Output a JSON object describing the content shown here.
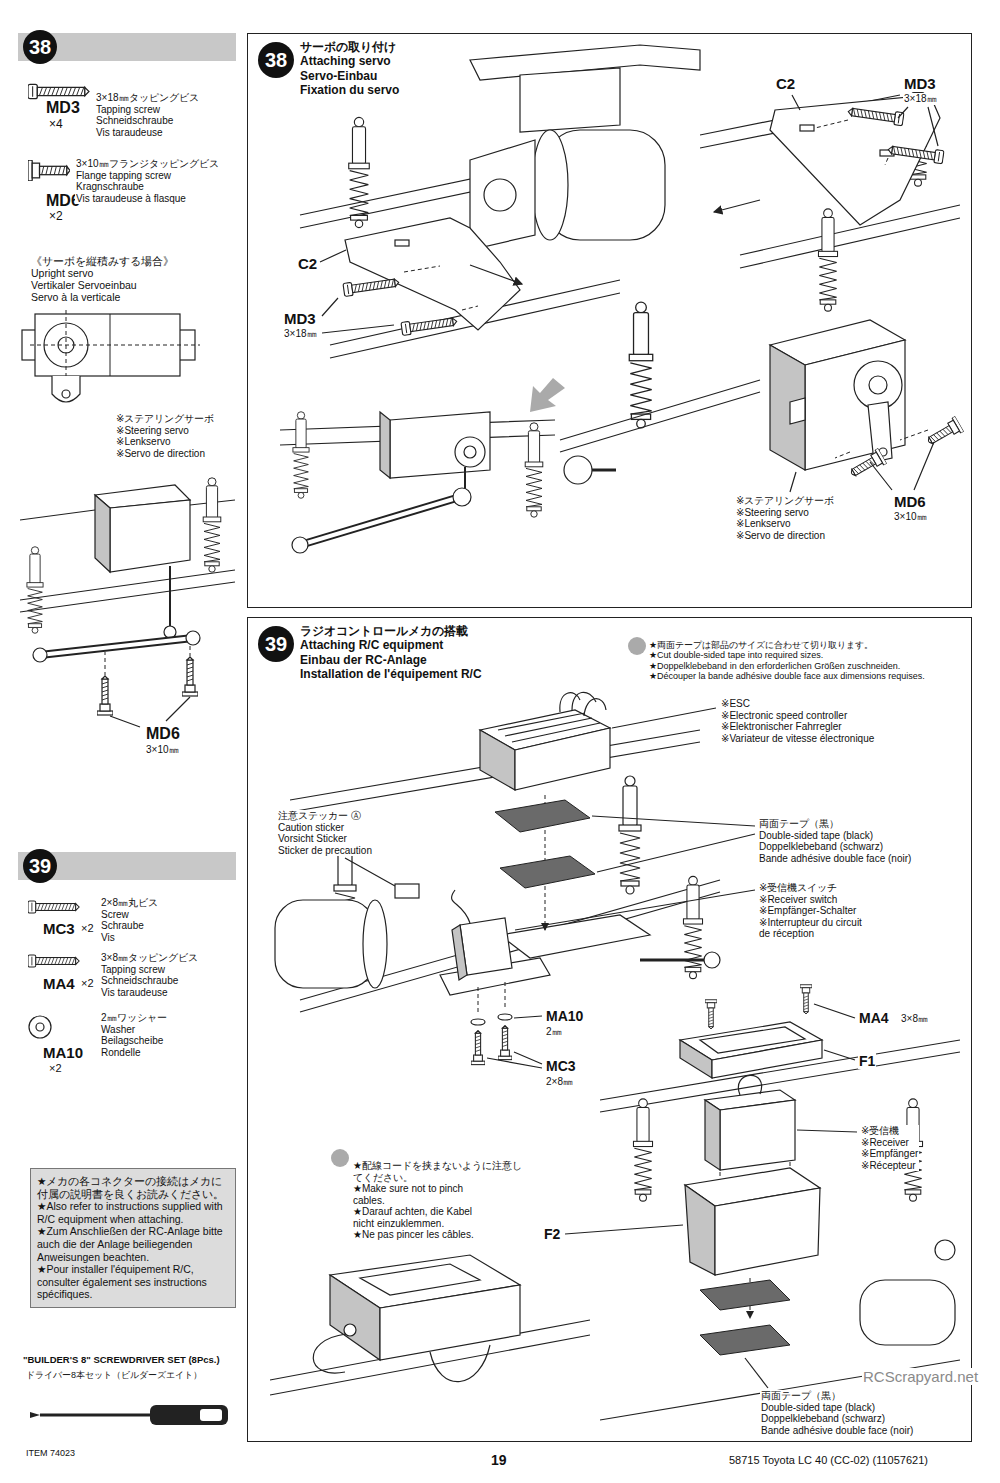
{
  "diagram": {
    "nodes": [
      {
        "text": [
          "38"
        ]
      },
      {
        "text": [
          "サーボの取り付け Attaching servo Servo-Einbau Fixation du servo"
        ]
      },
      {
        "text": [
          "38"
        ],
        "in": 1
      },
      {
        "text": [
          "39"
        ]
      },
      {
        "text": [
          "★メカの各コネクターの接続はメカに付属の説明書を良くお読みください。 ★Also refer to instructions supplied with R/C equipment when attaching. ★Zum Anschließen der RC-Anlage bitte auch die der Anlage beiliegenden Anweisungen beachten. ★Pour installer l'équipement R/C, consulter également ses instructions spécifiques."
        ]
      },
      {
        "text": [
          "ラジオコントロールメカの搭載 Attaching R/C equipment Einbau der RC-Anlage Installation de l'équipement R/C"
        ]
      },
      {
        "text": [
          "39"
        ],
        "in": 5
      }
    ],
    "labels": [
      "MD3",
      "×4",
      "3×18㎜タッピングビス Tapping screw Schneidschraube Vis taraudeuse",
      "MD6",
      "×2",
      "3×10㎜フランジタッピングビス Flange tapping screw Kragnschraube Vis taraudeuse à flasque",
      "《サーボを縦積みする場合》 Upright servo Vertikaler Servoeinbau Servo à la verticale",
      "※ステアリングサーボ ※Steering servo ※Lenkservo ※Servo de direction",
      "MD6",
      "3×10㎜",
      "MC3",
      "×2",
      "2×8㎜丸ビス Screw Schraube Vis",
      "MA4",
      "×2",
      "3×8㎜タッピングビス Tapping screw Schneidschraube Vis taraudeuse",
      "MA10",
      "×2",
      "2㎜ワッシャー Washer Beilagscheibe Rondelle",
      "\"BUILDER'S 8\" SCREWDRIVER SET (8Pcs.)",
      "ドライバー8本セット（ビルダーズエイト）",
      "ITEM 74023",
      "C2",
      "MD3",
      "3×18㎜",
      "C2",
      "MD3",
      "3×18㎜",
      "※ステアリングサーボ ※Steering servo ※Lenkservo ※Servo de direction",
      "MD6",
      "3×10㎜",
      "★両面テープは部品のサイズに合わせて切り取ります。 ★Cut double-sided tape into required sizes. ★Doppelklebeband in den erforderlichen Größen zuschneiden. ★Découper la bande adhésive double face aux dimensions requises.",
      "※ESC ※Electronic speed controller ※Elektronischer Fahrregler ※Variateur de vitesse électronique",
      "注意ステッカー Ⓐ Caution sticker Vorsicht Sticker Sticker de precaution",
      "両面テープ（黒） Double-sided tape (black) Doppelklebeband (schwarz) Bande adhésive double face (noir)",
      "※受信機スイッチ ※Receiver switch ※Empfänger-Schalter ※Interrupteur du circuit de réception",
      "MA10",
      "2㎜",
      "MC3",
      "2×8㎜",
      "MA4",
      "3×8㎜",
      "F1",
      "※受信機 ※Receiver ※Empfänger ※Récepteur",
      "F2",
      "★配線コードを挟まないように注意してください。 ★Make sure not to pinch cables. ★Darauf achten, die Kabel nicht einzuklemmen. ★Ne pas pincer les câbles.",
      "両面テープ（黒） Double-sided tape (black) Doppelklebeband (schwarz) Bande adhésive double face (noir)",
      "19",
      "58715 Toyota LC 40 (CC-02) (11057621)",
      "RCScrapyard.net"
    ]
  }
}
